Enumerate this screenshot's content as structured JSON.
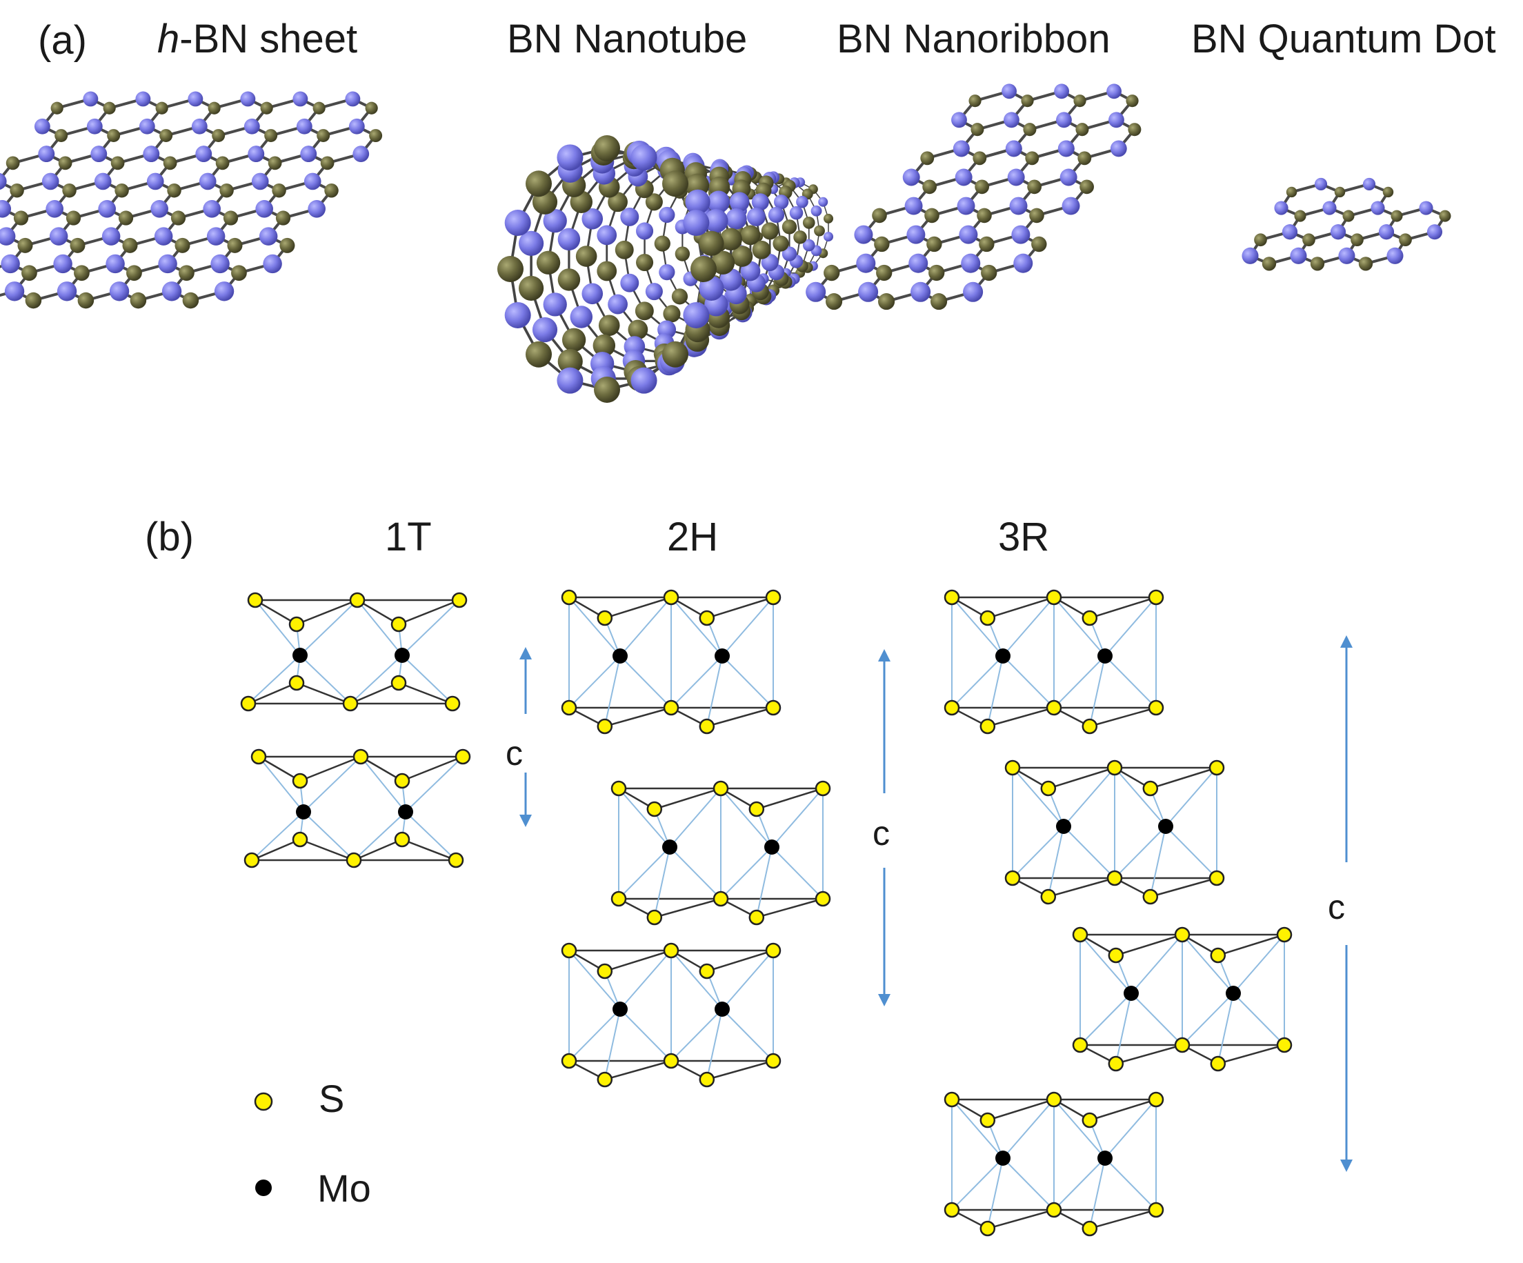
{
  "panel_a": {
    "label": "(a)",
    "titles": {
      "sheet_prefix": "h",
      "sheet_suffix": "-BN sheet",
      "nanotube": "BN Nanotube",
      "nanoribbon": "BN Nanoribbon",
      "quantum_dot": "BN Quantum Dot"
    }
  },
  "panel_b": {
    "label": "(b)",
    "polytypes": {
      "t1": "1T",
      "h2": "2H",
      "r3": "3R"
    },
    "c_label": "c",
    "legend": {
      "s": "S",
      "mo": "Mo"
    }
  },
  "colors": {
    "boron_nitrogen_purple": "#7b7be6",
    "nitrogen_olive": "#6b6a3e",
    "sulfur_yellow": "#fff200",
    "molybdenum_black": "#000000",
    "bond_blue": "#8fbbe0",
    "arrow_blue": "#4f8fd0"
  }
}
